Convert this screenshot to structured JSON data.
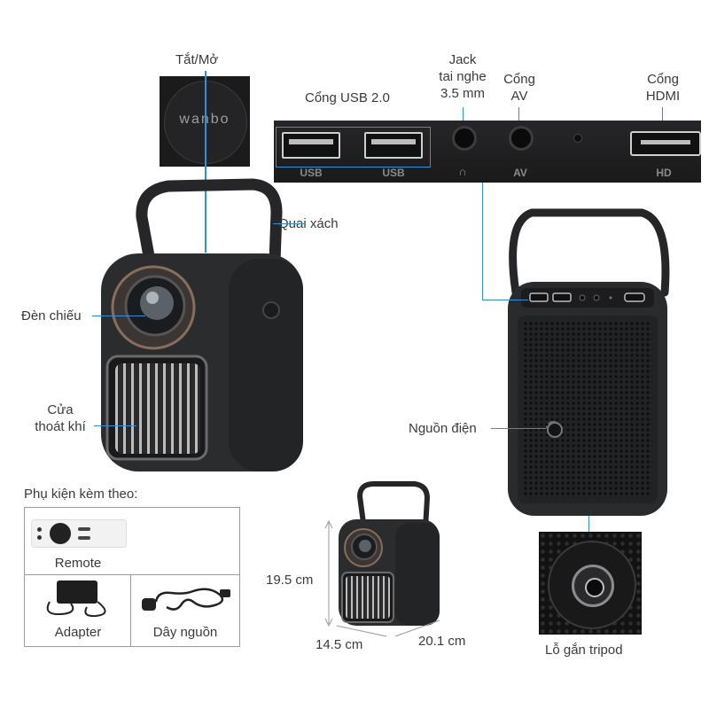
{
  "labels": {
    "power_button": "Tắt/Mở",
    "brand_logo": "wanbo",
    "usb_port": "Cổng USB 2.0",
    "jack": "Jack\ntai nghe\n3.5 mm",
    "av": "Cổng\nAV",
    "hdmi": "Cổng\nHDMI",
    "handle": "Quai xách",
    "lens": "Đèn chiếu",
    "vent": "Cửa\nthoát khí",
    "power_input": "Nguồn điện",
    "tripod": "Lỗ gắn tripod"
  },
  "port_panel_marks": [
    "USB",
    "USB",
    "AV",
    "HD"
  ],
  "accessories": {
    "title": "Phụ kiện kèm theo:",
    "items": [
      "Remote",
      "Adapter",
      "Dây nguồn"
    ]
  },
  "dimensions": {
    "height": "19.5 cm",
    "depth": "14.5 cm",
    "width": "20.1 cm"
  },
  "colors": {
    "accent_line": "#2f8fd8",
    "device_body": "#2a2b2d",
    "panel": "#1f1f21"
  }
}
